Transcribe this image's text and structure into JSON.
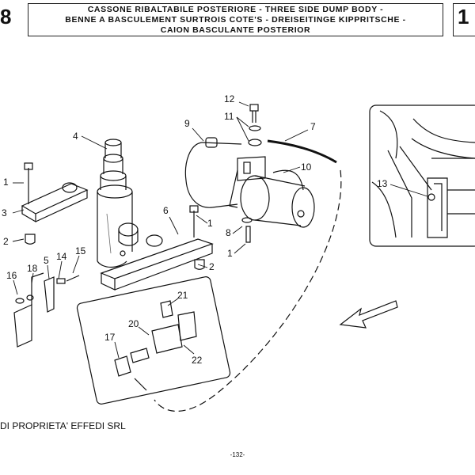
{
  "header": {
    "left_code": "8",
    "right_code": "1",
    "title_line1": "CASSONE RIBALTABILE POSTERIORE  -  THREE  SIDE DUMP BODY -",
    "title_line2": "BENNE A BASCULEMENT  SURTROIS COTE'S - DREISEITINGE KIPPRITSCHE -",
    "title_line3": "CAION BASCULANTE POSTERIOR"
  },
  "callouts": {
    "c1a": "1",
    "c1b": "1",
    "c1c": "1",
    "c2a": "2",
    "c2b": "2",
    "c3": "3",
    "c4": "4",
    "c5": "5",
    "c6": "6",
    "c7": "7",
    "c8": "8",
    "c9": "9",
    "c10": "10",
    "c11": "11",
    "c12": "12",
    "c13": "13",
    "c14": "14",
    "c15": "15",
    "c16": "16",
    "c17": "17",
    "c18": "18",
    "c20": "20",
    "c21": "21",
    "c22": "22"
  },
  "footer": {
    "owner": "DI PROPRIETA' EFFEDI SRL",
    "page": "-132-"
  }
}
